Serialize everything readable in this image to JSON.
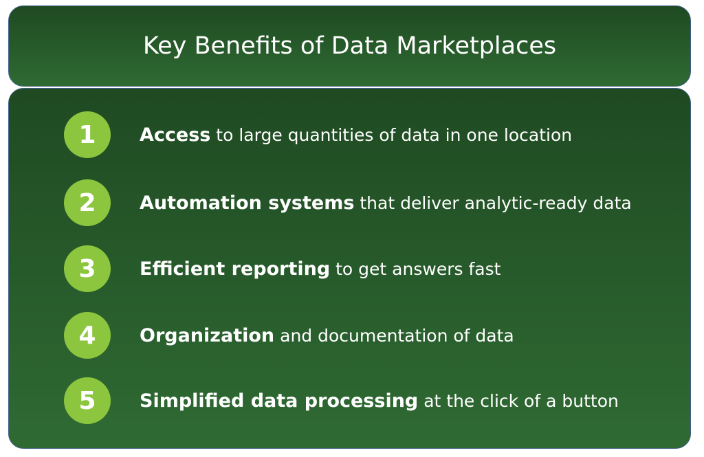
{
  "title": "Key Benefits of Data Marketplaces",
  "items": [
    {
      "num": "1",
      "bold": "Access",
      "rest": " to large quantities of data in one location"
    },
    {
      "num": "2",
      "bold": "Automation systems",
      "rest": " that deliver analytic-ready data"
    },
    {
      "num": "3",
      "bold": "Efficient reporting",
      "rest": " to get answers fast"
    },
    {
      "num": "4",
      "bold": "Organization",
      "rest": " and documentation of data"
    },
    {
      "num": "5",
      "bold": "Simplified data processing",
      "rest": " at the click of a button"
    }
  ],
  "colors": {
    "panel": "#2a5c2d",
    "badge": "#8cc63f"
  }
}
